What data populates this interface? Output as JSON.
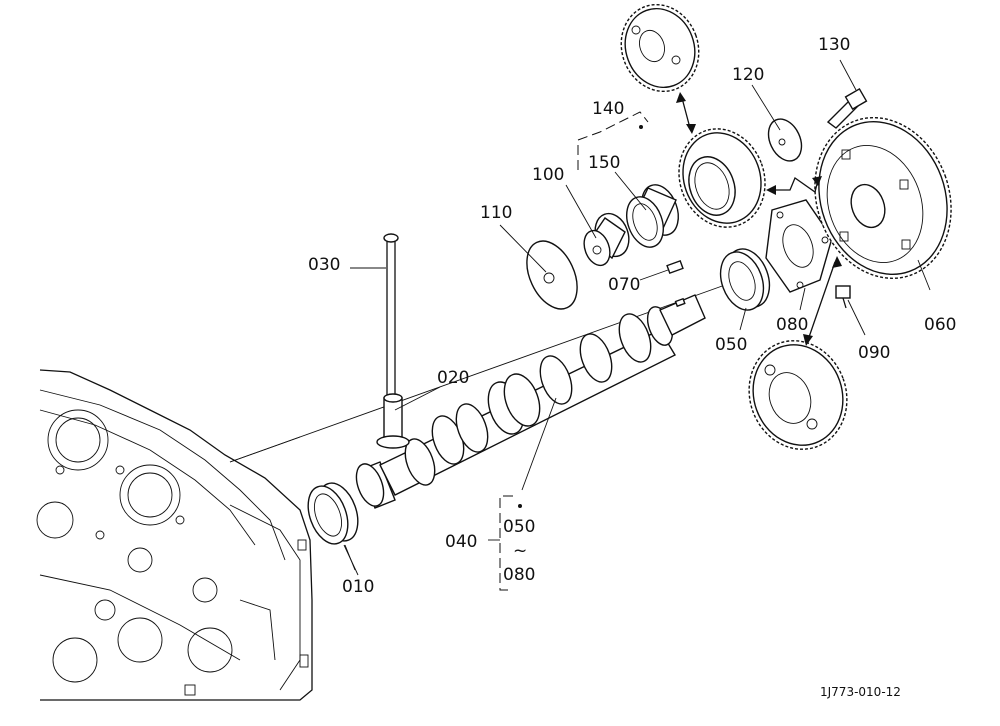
{
  "labels": {
    "p010": "010",
    "p020": "020",
    "p030": "030",
    "p040": "040",
    "p050a": "050",
    "p050b": "050",
    "p060": "060",
    "p070": "070",
    "p080a": "080",
    "p080b": "080",
    "p090": "090",
    "p100": "100",
    "p110": "110",
    "p120": "120",
    "p130": "130",
    "p140": "140",
    "p150": "150",
    "tilde": "~"
  },
  "drawing_code": "1J773-010-12"
}
